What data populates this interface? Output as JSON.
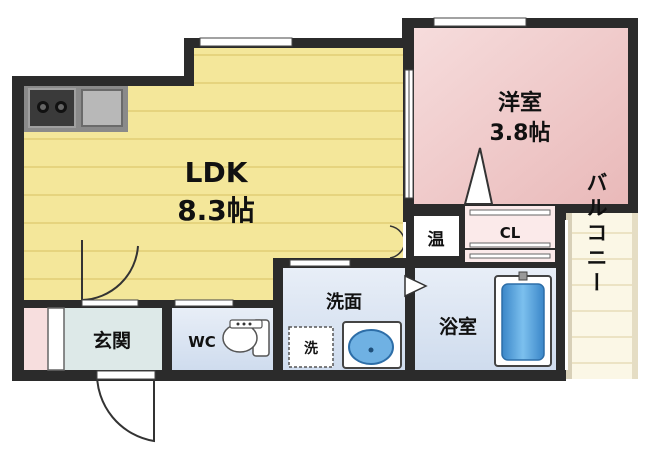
{
  "rooms": {
    "ldk": {
      "name": "LDK",
      "size": "8.3帖"
    },
    "western": {
      "name": "洋室",
      "size": "3.8帖"
    },
    "closet": {
      "name": "CL"
    },
    "water_heater": {
      "name": "温"
    },
    "washroom": {
      "name": "洗面"
    },
    "washer": {
      "name": "洗"
    },
    "bath": {
      "name": "浴室"
    },
    "entrance": {
      "name": "玄関"
    },
    "toilet": {
      "name": "WC"
    },
    "balcony": {
      "name": "バルコニー"
    }
  },
  "colors": {
    "wall": "#2b2b2b",
    "ldk_floor": "#f4e79a",
    "ldk_stripe": "#ead884",
    "western_floor": "#efc7c7",
    "water_area": "#dde7f3",
    "bath_tub": "#5aa2dc",
    "entrance_floor": "#dde9e8",
    "balcony_floor": "#fbf7e6"
  }
}
